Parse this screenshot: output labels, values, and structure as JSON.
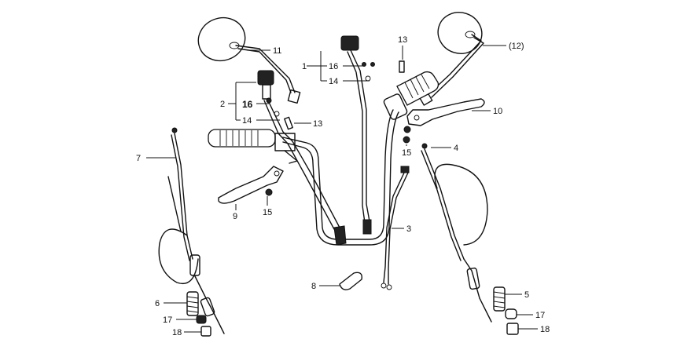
{
  "callouts": {
    "l1": "1",
    "l2": "2",
    "l3": "3",
    "l4": "4",
    "l5": "5",
    "l6": "6",
    "l7": "7",
    "l8": "8",
    "l9": "9",
    "l10": "10",
    "l11": "11",
    "l12": "(12)",
    "l13a": "13",
    "l13b": "13",
    "l14a": "14",
    "l14b": "14",
    "l15a": "15",
    "l15b": "15",
    "l16a": "16",
    "l16b": "16",
    "l17a": "17",
    "l17b": "17",
    "l18a": "18",
    "l18b": "18"
  }
}
